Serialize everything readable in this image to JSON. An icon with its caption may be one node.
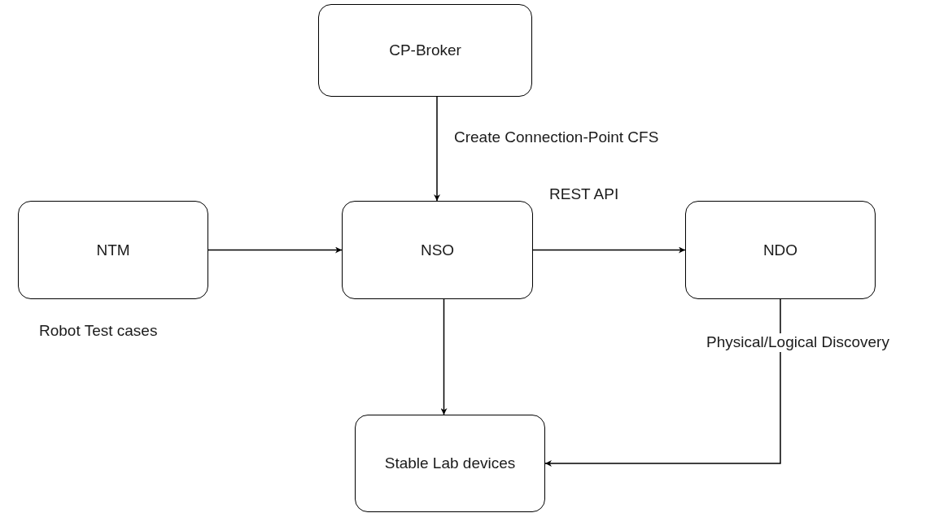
{
  "diagram": {
    "nodes": [
      {
        "text": [
          "CP-Broker"
        ]
      },
      {
        "text": [
          "NTM"
        ],
        "beside": [
          "Robot Test cases"
        ]
      },
      {
        "text": [
          "NSO"
        ]
      },
      {
        "text": [
          "NDO"
        ]
      },
      {
        "text": [
          "Stable Lab devices"
        ]
      }
    ],
    "edges": [
      {
        "from": 0,
        "to": 2,
        "arrow": "to",
        "label": "Create Connection-Point CFS"
      },
      {
        "from": 1,
        "to": 2,
        "arrow": "to"
      },
      {
        "from": 2,
        "to": 3,
        "arrow": "to",
        "label": "REST API"
      },
      {
        "from": 2,
        "to": 4,
        "arrow": "to"
      },
      {
        "from": 3,
        "to": 4,
        "arrow": "to",
        "label": "Physical/Logical Discovery"
      }
    ]
  }
}
